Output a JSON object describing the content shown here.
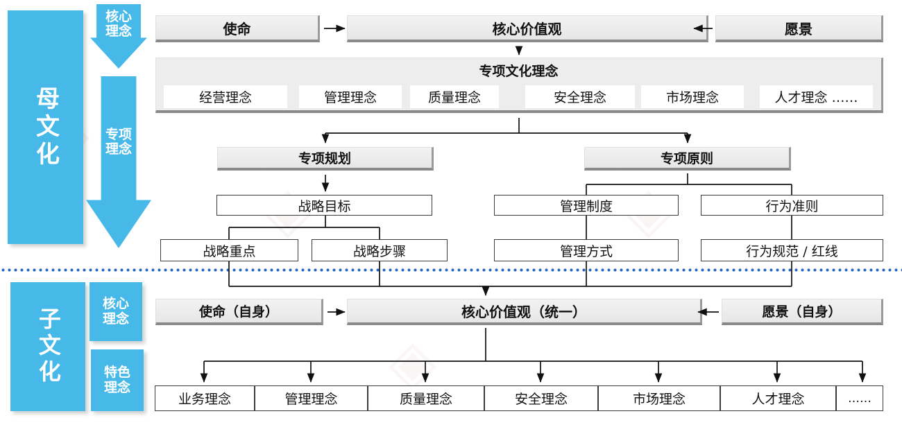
{
  "colors": {
    "brand_blue": "#47b9e8",
    "divider_blue": "#1f62c4",
    "box_grey": "#ededed",
    "outline": "#3a3a3a"
  },
  "parent": {
    "band_label": "母文化",
    "arrow_core_label": "核心\n理念",
    "arrow_special_label": "专项\n理念",
    "core_row": {
      "mission": "使命",
      "values": "核心价值观",
      "vision": "愿景"
    },
    "special_culture": {
      "title": "专项文化理念",
      "items": [
        "经营理念",
        "管理理念",
        "质量理念",
        "安全理念",
        "市场理念",
        "人才理念 ……"
      ]
    },
    "plan": {
      "title": "专项规划",
      "goal": "战略目标",
      "children": [
        "战略重点",
        "战略步骤"
      ]
    },
    "principle": {
      "title": "专项原则",
      "children": [
        "管理制度",
        "行为准则"
      ],
      "grandchildren": [
        "管理方式",
        "行为规范 / 红线"
      ]
    }
  },
  "child": {
    "band_label": "子文化",
    "tag_core": "核心\n理念",
    "tag_feature": "特色\n理念",
    "core_row": {
      "mission": "使命（自身）",
      "values": "核心价值观（统一）",
      "vision": "愿景（自身）"
    },
    "concepts": [
      "业务理念",
      "管理理念",
      "质量理念",
      "安全理念",
      "市场理念",
      "人才理念",
      "……"
    ]
  }
}
